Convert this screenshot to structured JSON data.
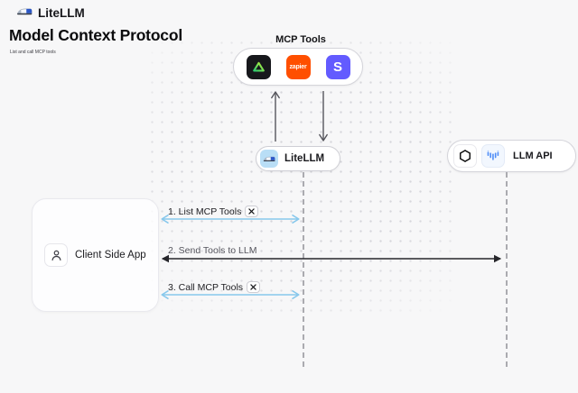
{
  "header": {
    "brand": "LiteLLM",
    "title": "Model Context Protocol",
    "subtitle": "List and call MCP tools"
  },
  "mcp_tools": {
    "label": "MCP Tools",
    "icons": [
      {
        "name": "triangle-tool-icon",
        "bg": "#17181c"
      },
      {
        "name": "zapier-icon",
        "bg": "#ff4f00",
        "text": "zapier"
      },
      {
        "name": "stripe-icon",
        "bg": "#635bff",
        "text": "S"
      }
    ]
  },
  "nodes": {
    "litellm": {
      "label": "LiteLLM"
    },
    "llm_api": {
      "label": "LLM API"
    },
    "client": {
      "label": "Client Side App"
    }
  },
  "messages": [
    {
      "label": "1. List MCP Tools",
      "tool_icon": true,
      "style": "blue"
    },
    {
      "label": "2. Send Tools to LLM",
      "tool_icon": false,
      "style": "black"
    },
    {
      "label": "3. Call MCP Tools",
      "tool_icon": true,
      "style": "blue"
    }
  ],
  "colors": {
    "background": "#f7f7f8",
    "arrow_blue": "#87c8ec",
    "arrow_black": "#26262b",
    "arrow_gray": "#55555c",
    "lifeline_dash": "#ababb0",
    "zapier": "#ff4f00",
    "stripe": "#635bff",
    "litellm_icon_bg": "#b9def6"
  }
}
